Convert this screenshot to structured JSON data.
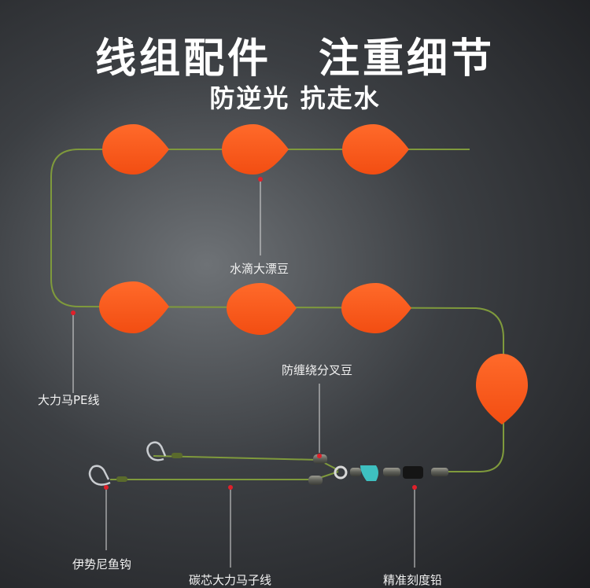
{
  "title": {
    "left": "线组配件",
    "right": "注重细节"
  },
  "subtitle": "防逆光 抗走水",
  "labels": {
    "float_beans": "水滴大漂豆",
    "main_line": "大力马PE线",
    "anti_tangle": "防缠绕分叉豆",
    "hook": "伊势尼鱼钩",
    "sub_line": "碳芯大力马子线",
    "sinker": "精准刻度铅"
  },
  "colors": {
    "float": "#ff5a1f",
    "line": "#7f9a3c",
    "marker": "#e0202a",
    "stopper": "#3ec0c0"
  }
}
